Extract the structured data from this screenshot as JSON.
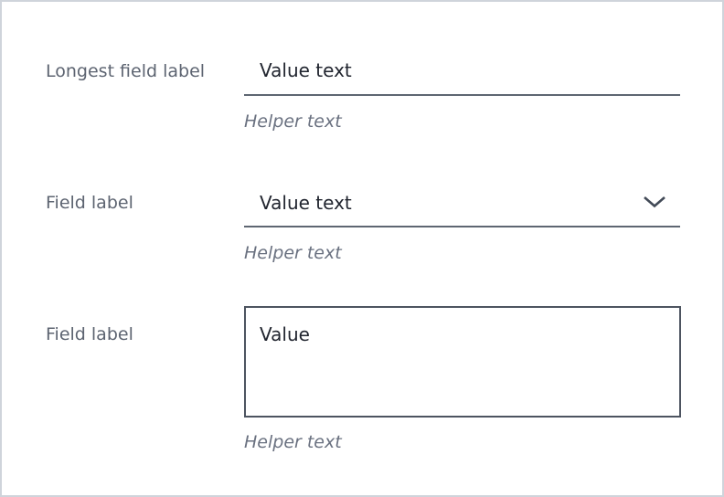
{
  "panel": {
    "background": "#ffffff",
    "border_color": "#cfd4db"
  },
  "colors": {
    "label": "#5d6471",
    "value": "#21252f",
    "helper": "#6a7180",
    "underline": "#5e6672",
    "textarea_border": "#4d5460",
    "chevron": "#424a57"
  },
  "fields": [
    {
      "control": "text-input",
      "label": "Longest field label",
      "value": "Value text",
      "helper_text": "Helper text"
    },
    {
      "control": "dropdown",
      "label": "Field label",
      "value": "Value text",
      "helper_text": "Helper text",
      "icon": "chevron-down-icon"
    },
    {
      "control": "textarea",
      "label": "Field label",
      "value": "Value",
      "helper_text": "Helper text"
    }
  ]
}
